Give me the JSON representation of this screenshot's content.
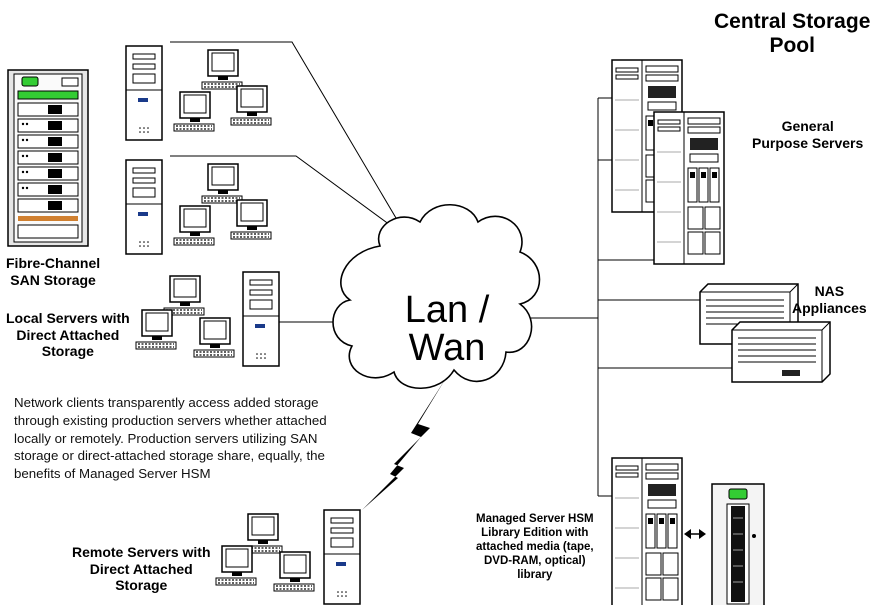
{
  "labels": {
    "central_storage_pool": [
      "Central Storage",
      "Pool"
    ],
    "fibre_channel": [
      "Fibre-Channel",
      "SAN Storage"
    ],
    "local_servers": [
      "Local Servers with",
      "Direct Attached",
      "Storage"
    ],
    "remote_servers": [
      "Remote Servers with",
      "Direct Attached",
      "Storage"
    ],
    "general_purpose_servers": [
      "General",
      "Purpose Servers"
    ],
    "nas_appliances": [
      "NAS",
      "Appliances"
    ],
    "hsm_library": [
      "Managed Server HSM",
      "Library Edition with",
      "attached media (tape,",
      "DVD-RAM, optical)",
      "library"
    ],
    "network": "Lan / Wan"
  },
  "description": "Network clients transparently access added storage\nthrough existing production servers whether attached\nlocally or remotely.  Production servers utilizing SAN\nstorage or direct-attached storage share, equally, the\nbenefits of Managed Server HSM",
  "icons": [
    "san-rack-icon",
    "tower-server-icon",
    "client-pc-icon",
    "cloud-icon",
    "lightning-icon",
    "rack-server-icon",
    "nas-appliance-icon",
    "tape-library-icon",
    "double-arrow-icon"
  ],
  "colors": {
    "line": "#000000",
    "fill": "#ffffff",
    "led": "#33cc33",
    "panel": "#e6e6e6",
    "dark": "#222222"
  }
}
